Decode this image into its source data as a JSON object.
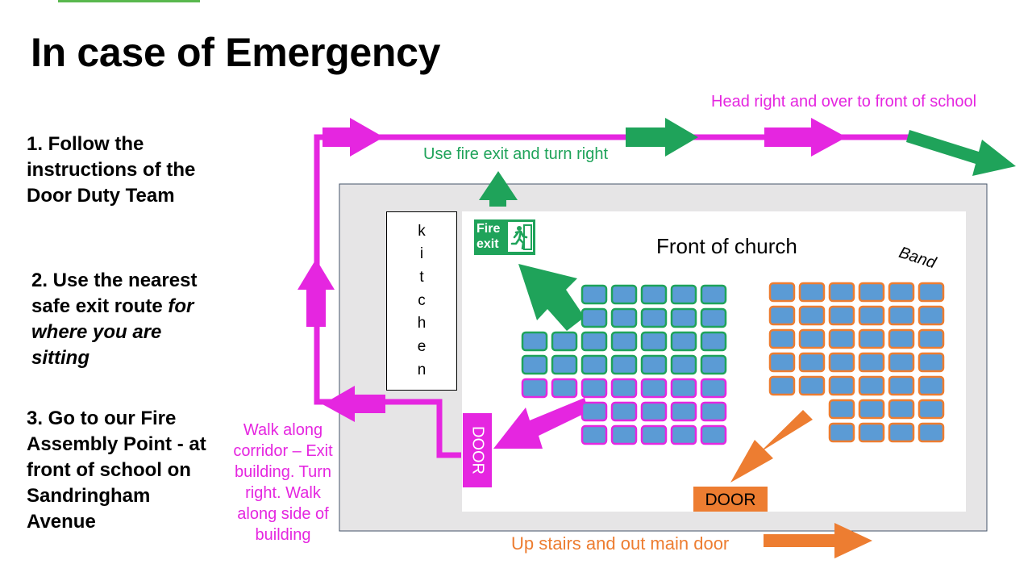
{
  "title": "In case of Emergency",
  "steps": {
    "step1": "1. Follow the instructions of the Door Duty Team",
    "step2_a": "2. Use the nearest safe exit route ",
    "step2_b": "for where you are sitting",
    "step3": "3. Go to our Fire Assembly Point - at front of school on Sandringham Avenue"
  },
  "labels": {
    "head_right": "Head right and over to front of school",
    "fire_exit_turn": "Use fire exit and turn right",
    "walk_along": "Walk along corridor – Exit building. Turn right. Walk along side of building",
    "up_stairs": "Up stairs and out main door",
    "front_of_church": "Front of church",
    "band": "Band",
    "kitchen_letters": [
      "k",
      "i",
      "t",
      "c",
      "h",
      "e",
      "n"
    ],
    "door_left": "DOOR",
    "door_bottom": "DOOR",
    "fire_sign": [
      "Fire",
      "exit"
    ]
  },
  "colors": {
    "magenta": "#e526e0",
    "green": "#1fa35a",
    "orange": "#ed7d31",
    "seat_fill": "#5b9bd5",
    "floor": "#e6e5e6"
  },
  "seating": {
    "left_block": [
      {
        "row": 1,
        "count": 5,
        "border": "green"
      },
      {
        "row": 2,
        "count": 5,
        "border": "green"
      },
      {
        "row": 3,
        "count": 7,
        "border": "green"
      },
      {
        "row": 4,
        "count": 7,
        "border": "green"
      },
      {
        "row": 5,
        "count": 7,
        "border": "magenta"
      },
      {
        "row": 6,
        "count": 5,
        "border": "magenta"
      },
      {
        "row": 7,
        "count": 5,
        "border": "magenta"
      }
    ],
    "right_block": [
      {
        "row": 1,
        "count": 6,
        "border": "orange"
      },
      {
        "row": 2,
        "count": 6,
        "border": "orange"
      },
      {
        "row": 3,
        "count": 6,
        "border": "orange"
      },
      {
        "row": 4,
        "count": 6,
        "border": "orange"
      },
      {
        "row": 5,
        "count": 6,
        "border": "orange"
      },
      {
        "row": 6,
        "count": 4,
        "border": "orange"
      },
      {
        "row": 7,
        "count": 4,
        "border": "orange"
      }
    ]
  }
}
